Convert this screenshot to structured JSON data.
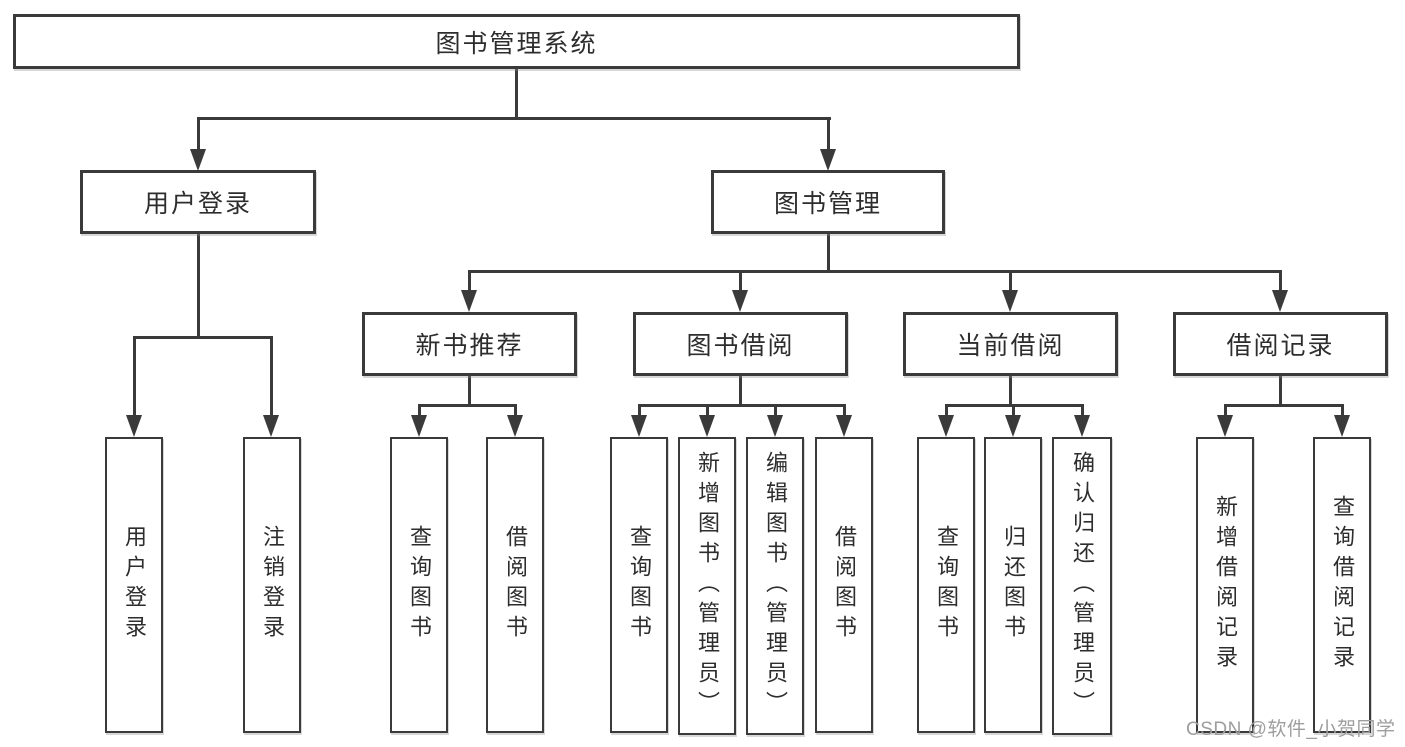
{
  "watermark": "CSDN @软件_小贺同学",
  "colors": {
    "background": "#ffffff",
    "line": "#3a3a3a",
    "box_border": "#3a3a3a",
    "text": "#2d2d2d",
    "watermark_text": "#9e9e9e"
  },
  "diagram": {
    "root": {
      "label": "图书管理系统"
    },
    "branches": [
      {
        "label": "用户登录",
        "leaves": [
          "用户登录",
          "注销登录"
        ]
      },
      {
        "label": "图书管理",
        "children": [
          {
            "label": "新书推荐",
            "leaves": [
              "查询图书",
              "借阅图书"
            ]
          },
          {
            "label": "图书借阅",
            "leaves": [
              "查询图书",
              "新增图书（管理员）",
              "编辑图书（管理员）",
              "借阅图书"
            ]
          },
          {
            "label": "当前借阅",
            "leaves": [
              "查询图书",
              "归还图书",
              "确认归还（管理员）"
            ]
          },
          {
            "label": "借阅记录",
            "leaves": [
              "新增借阅记录",
              "查询借阅记录"
            ]
          }
        ]
      }
    ]
  }
}
